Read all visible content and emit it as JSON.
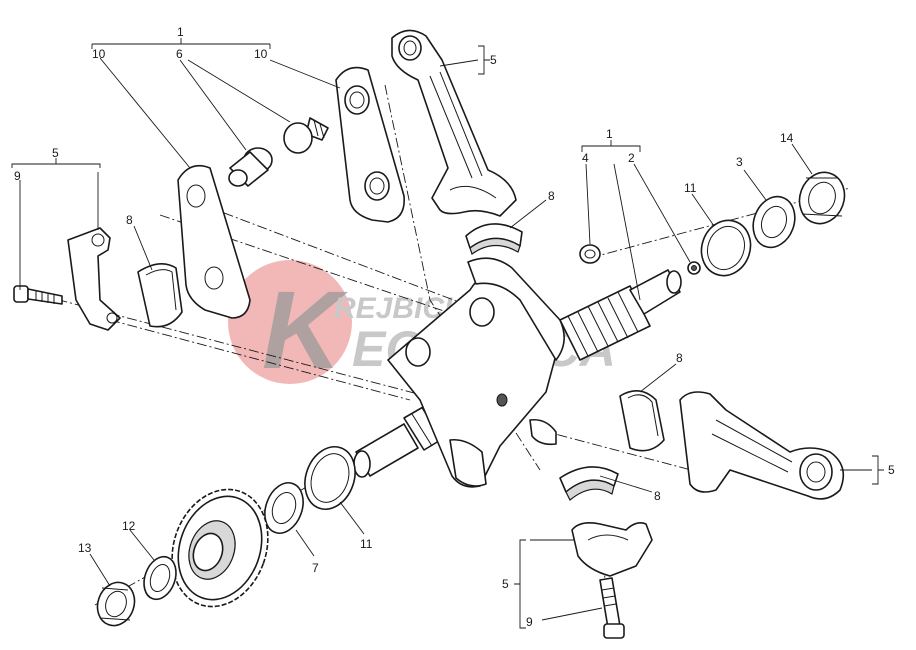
{
  "watermark": {
    "line1": "REJBICH",
    "line2": "ECCANICA",
    "emblem_letter": "K",
    "colors": {
      "emblem": "#f2b8b8",
      "text": "#c8c8c8"
    }
  },
  "callouts": {
    "c1_top": "1",
    "c6_top": "6",
    "c10_left": "10",
    "c10_right": "10",
    "c5_upper_right": "5",
    "c5_left": "5",
    "c9_left": "9",
    "c8_left": "8",
    "c8_upper": "8",
    "c1_right": "1",
    "c4": "4",
    "c2": "2",
    "c11_upper": "11",
    "c3": "3",
    "c14": "14",
    "c8_mid": "8",
    "c5_lower_right": "5",
    "c8_lower": "8",
    "c11_lower": "11",
    "c7": "7",
    "c12": "12",
    "c13": "13",
    "c5_bottom": "5",
    "c9_bottom": "9"
  }
}
